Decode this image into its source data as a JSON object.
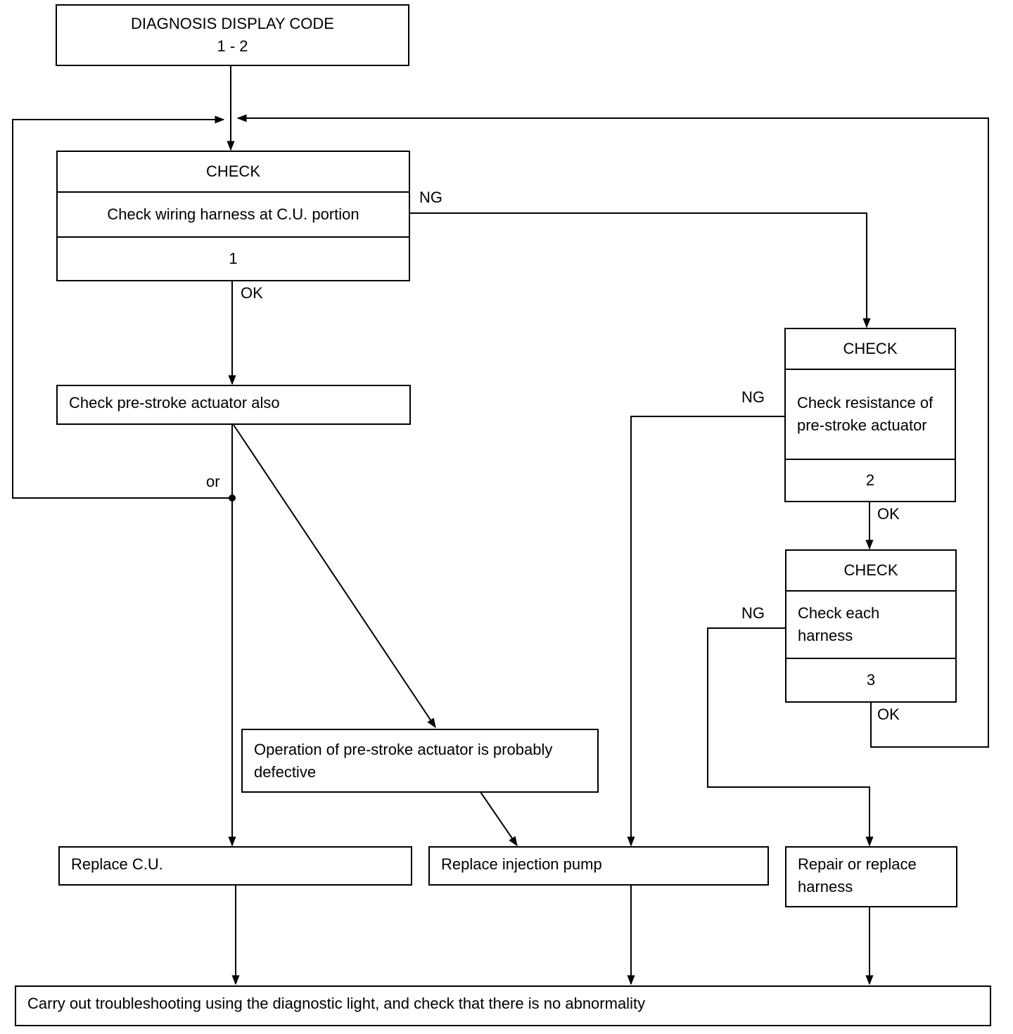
{
  "start": {
    "title": "DIAGNOSIS DISPLAY CODE",
    "code": "1 - 2"
  },
  "check1": {
    "header": "CHECK",
    "text": "Check wiring harness at C.U. portion",
    "number": "1"
  },
  "check2": {
    "header": "CHECK",
    "text": "Check resistance of pre-stroke actuator",
    "number": "2"
  },
  "check3": {
    "header": "CHECK",
    "text": "Check each harness",
    "number": "3"
  },
  "actuator_also": "Check pre-stroke actuator also",
  "operation_defective": "Operation of pre-stroke actuator is probably defective",
  "replace_cu": "Replace C.U.",
  "replace_pump": "Replace injection pump",
  "repair_harness": "Repair or replace harness",
  "final": "Carry out troubleshooting using the diagnostic light, and check that there is no abnormality",
  "labels": {
    "ok": "OK",
    "ng": "NG",
    "or": "or"
  }
}
